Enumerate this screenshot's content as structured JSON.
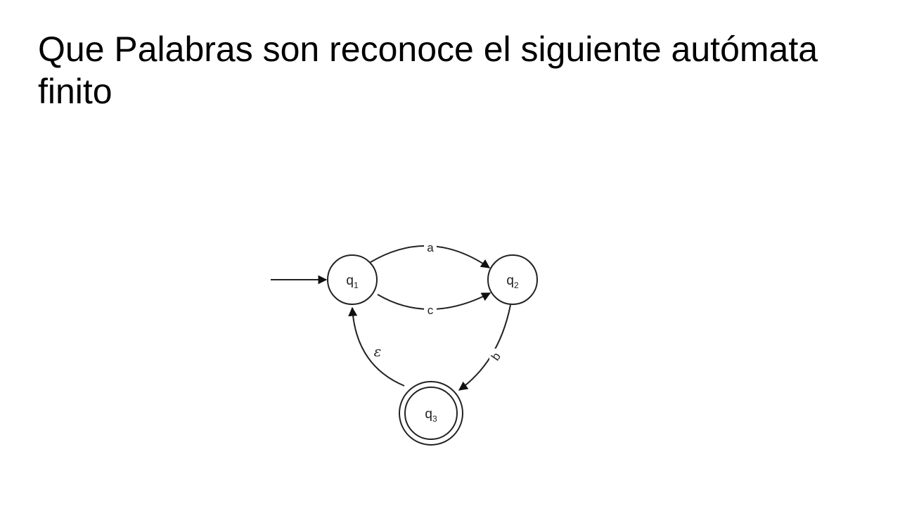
{
  "slide": {
    "title": "Que Palabras son reconoce el siguiente autómata finito"
  },
  "automaton": {
    "states": [
      {
        "id": "q1",
        "letter": "q",
        "index": "1",
        "start": true,
        "accepting": false
      },
      {
        "id": "q2",
        "letter": "q",
        "index": "2",
        "start": false,
        "accepting": false
      },
      {
        "id": "q3",
        "letter": "q",
        "index": "3",
        "start": false,
        "accepting": true
      }
    ],
    "transitions": [
      {
        "from": "q1",
        "to": "q2",
        "symbol": "a"
      },
      {
        "from": "q1",
        "to": "q2",
        "symbol": "c"
      },
      {
        "from": "q2",
        "to": "q3",
        "symbol": "b"
      },
      {
        "from": "q3",
        "to": "q1",
        "symbol": "ε"
      }
    ]
  }
}
